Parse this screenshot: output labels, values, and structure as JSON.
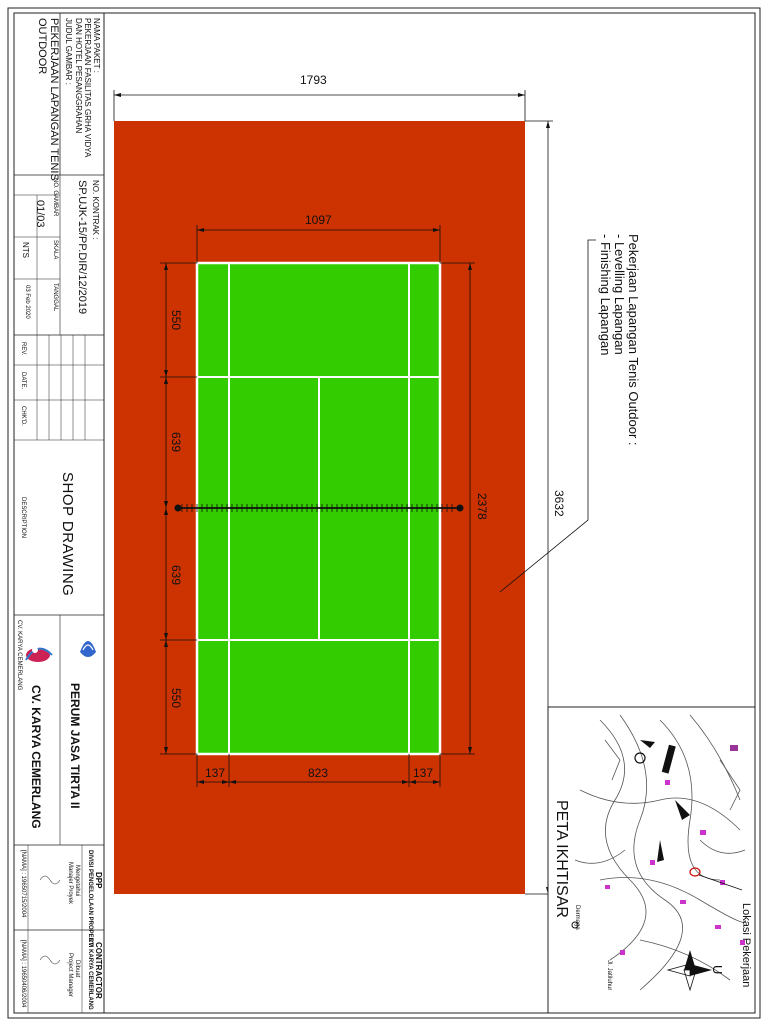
{
  "dimensions": {
    "overall_width": "1793",
    "overall_length": "3632",
    "court_width": "1097",
    "court_length": "2378",
    "back_zone_top": "550",
    "service_top": "639",
    "service_bottom": "639",
    "back_zone_bottom": "550",
    "alley_left": "137",
    "singles_width": "823",
    "alley_right": "137"
  },
  "notes": {
    "heading": "Pekerjaan Lapangan Tenis Outdoor :",
    "item1": "- Levelling Lapangan",
    "item2": "- Finishing Lapangan"
  },
  "map": {
    "title": "PETA IKHTISAR",
    "location_label": "Lokasi Pekerjaan",
    "north": "U",
    "place1": "Dermaga",
    "place2": "Jl. Jatiluhur"
  },
  "title_block": {
    "package_label": "NAMA PAKET :",
    "package_line1": "PEKERJAAN FASILITAS GRHA VIDYA",
    "package_line2": "DAN HOTEL PESANGGRAHAN",
    "drawing_title_label": "JUDUL GAMBAR :",
    "drawing_title_line1": "PEKERJAAN LAPANGAN TENIS",
    "drawing_title_line2": "OUTDOOR",
    "contract_label": "NO. KONTRAK :",
    "contract_number": "SP.UJK-15/PP.DIR/12/2019",
    "drawing_no_label": "NO. GAMBAR",
    "drawing_no": "01/03",
    "scale_label": "SKALA",
    "scale": "NTS",
    "date_label": "TANGGAL",
    "date": "03 Feb 2020",
    "rev_label": "REV.",
    "date_col_label": "DATE.",
    "chkd_label": "CHK'D.",
    "description_label": "DESCRIPTION",
    "shop_drawing": "SHOP DRAWING",
    "owner": "PERUM JASA TIRTA II",
    "contractor_company": "CV. KARYA CEMERLANG",
    "logo_caption": "CV. KARYA CEMERLANG",
    "dpp_label": "DPP",
    "dpp_division": "DIVISI PENGELOLAAN PROPERTI",
    "dpp_sub1": "Mengetahui",
    "dpp_sub2": "Manajer Proyek",
    "contractor_label": "CONTRACTOR",
    "contractor_name_small": "CV. KARYA CEMERLANG",
    "contractor_sub1": "Dibuat",
    "contractor_sub2": "Project Manager",
    "nip_left": "[NAMA] : 19650715/2004",
    "nip_right": "[NAMA] : 19650406/2004"
  },
  "colors": {
    "clay": "#cc3300",
    "court": "#33cc00",
    "line": "#ffffff",
    "ink": "#111111"
  }
}
